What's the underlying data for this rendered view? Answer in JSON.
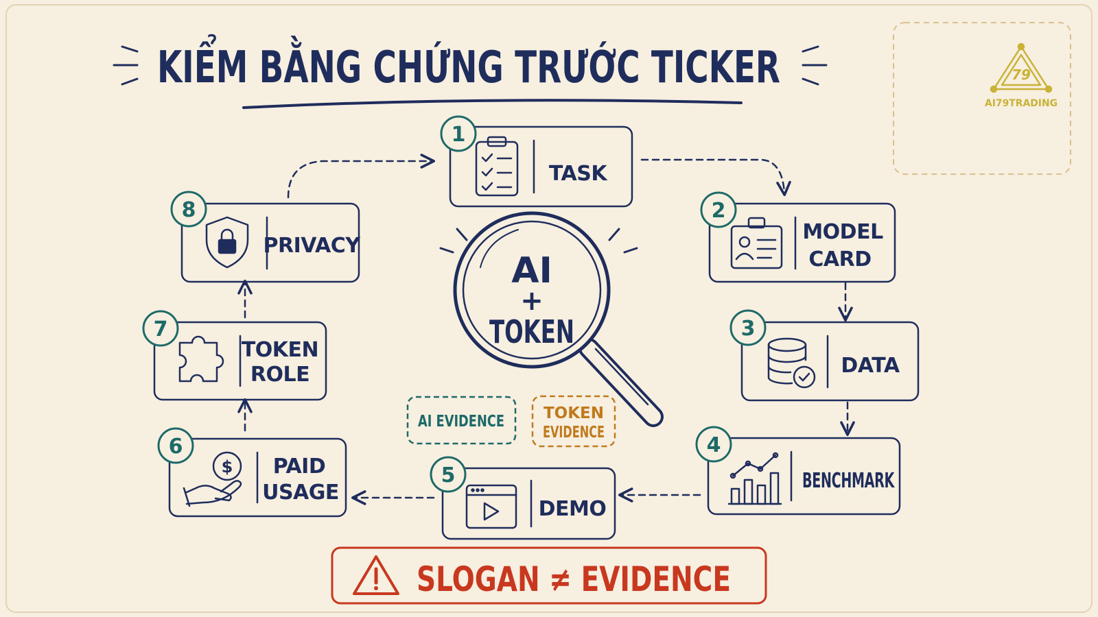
{
  "title": "KIỂM BẰNG CHỨNG TRƯỚC TICKER",
  "brand": {
    "name": "AI79TRADING",
    "emblem": "79",
    "color": "#c9b237"
  },
  "center": {
    "line1": "AI",
    "line2": "+",
    "line3": "TOKEN"
  },
  "evidence_tags": {
    "ai": {
      "label": "AI EVIDENCE",
      "color": "#1d6a68"
    },
    "token": {
      "line1": "TOKEN",
      "line2": "EVIDENCE",
      "color": "#c07a1c"
    }
  },
  "steps": [
    {
      "num": "1",
      "label": "TASK",
      "icon": "clipboard-checklist-icon"
    },
    {
      "num": "2",
      "line1": "MODEL",
      "line2": "CARD",
      "icon": "id-card-icon"
    },
    {
      "num": "3",
      "label": "DATA",
      "icon": "database-check-icon"
    },
    {
      "num": "4",
      "label": "BENCHMARK",
      "icon": "bar-chart-icon"
    },
    {
      "num": "5",
      "label": "DEMO",
      "icon": "video-play-icon"
    },
    {
      "num": "6",
      "line1": "PAID",
      "line2": "USAGE",
      "icon": "hand-coin-icon"
    },
    {
      "num": "7",
      "line1": "TOKEN",
      "line2": "ROLE",
      "icon": "puzzle-piece-icon"
    },
    {
      "num": "8",
      "label": "PRIVACY",
      "icon": "shield-lock-icon"
    }
  ],
  "warning": {
    "text": "SLOGAN ≠ EVIDENCE",
    "icon": "warning-triangle-icon",
    "color": "#c8381f"
  },
  "colors": {
    "ink": "#1f2d5c",
    "badge": "#1d6a68",
    "background": "#f7efe0"
  }
}
